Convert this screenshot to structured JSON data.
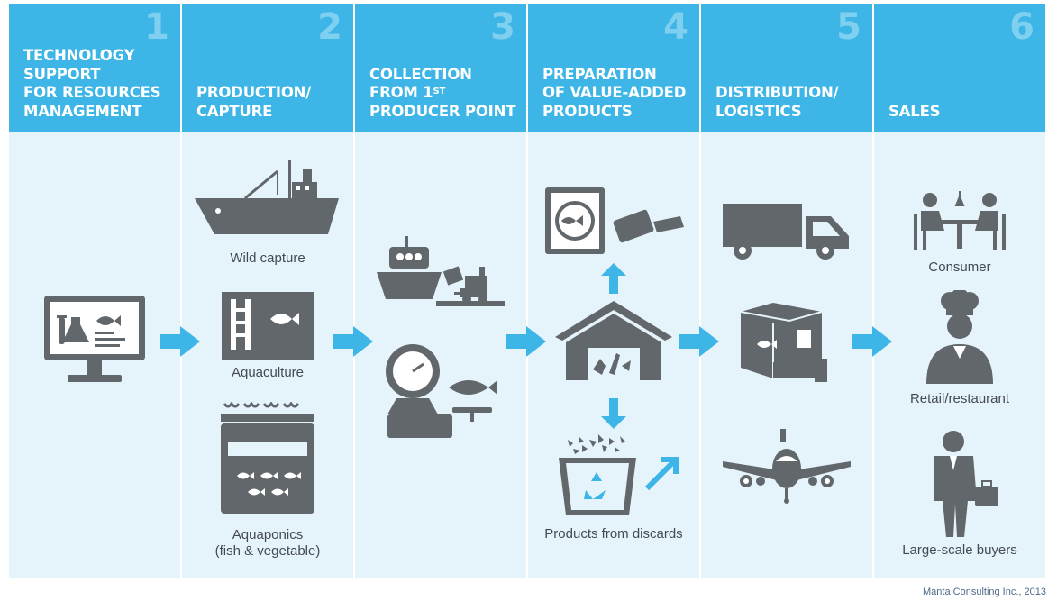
{
  "stages": [
    {
      "number": "1",
      "title_lines": [
        "TECHNOLOGY",
        "SUPPORT",
        "FOR RESOURCES",
        "MANAGEMENT"
      ],
      "items": []
    },
    {
      "number": "2",
      "title_lines": [
        "PRODUCTION/",
        "CAPTURE"
      ],
      "items": [
        "Wild capture",
        "Aquaculture",
        "Aquaponics",
        "(fish & vegetable)"
      ]
    },
    {
      "number": "3",
      "title_lines": [
        "COLLECTION",
        "FROM 1",
        "PRODUCER POINT"
      ],
      "title_sup": "ST",
      "items": []
    },
    {
      "number": "4",
      "title_lines": [
        "PREPARATION",
        "OF VALUE-ADDED",
        "PRODUCTS"
      ],
      "items": [
        "Products from discards"
      ]
    },
    {
      "number": "5",
      "title_lines": [
        "DISTRIBUTION/",
        "LOGISTICS"
      ],
      "items": []
    },
    {
      "number": "6",
      "title_lines": [
        "SALES"
      ],
      "items": [
        "Consumer",
        "Retail/restaurant",
        "Large-scale buyers"
      ]
    }
  ],
  "credit": "Manta Consulting Inc., 2013",
  "colors": {
    "header": "#3db5e6",
    "number": "#7fd0f0",
    "panel": "#e5f3fa",
    "icon": "#62676b",
    "arrow": "#3db5e6",
    "text": "#444b50",
    "credit": "#4e6a86"
  }
}
